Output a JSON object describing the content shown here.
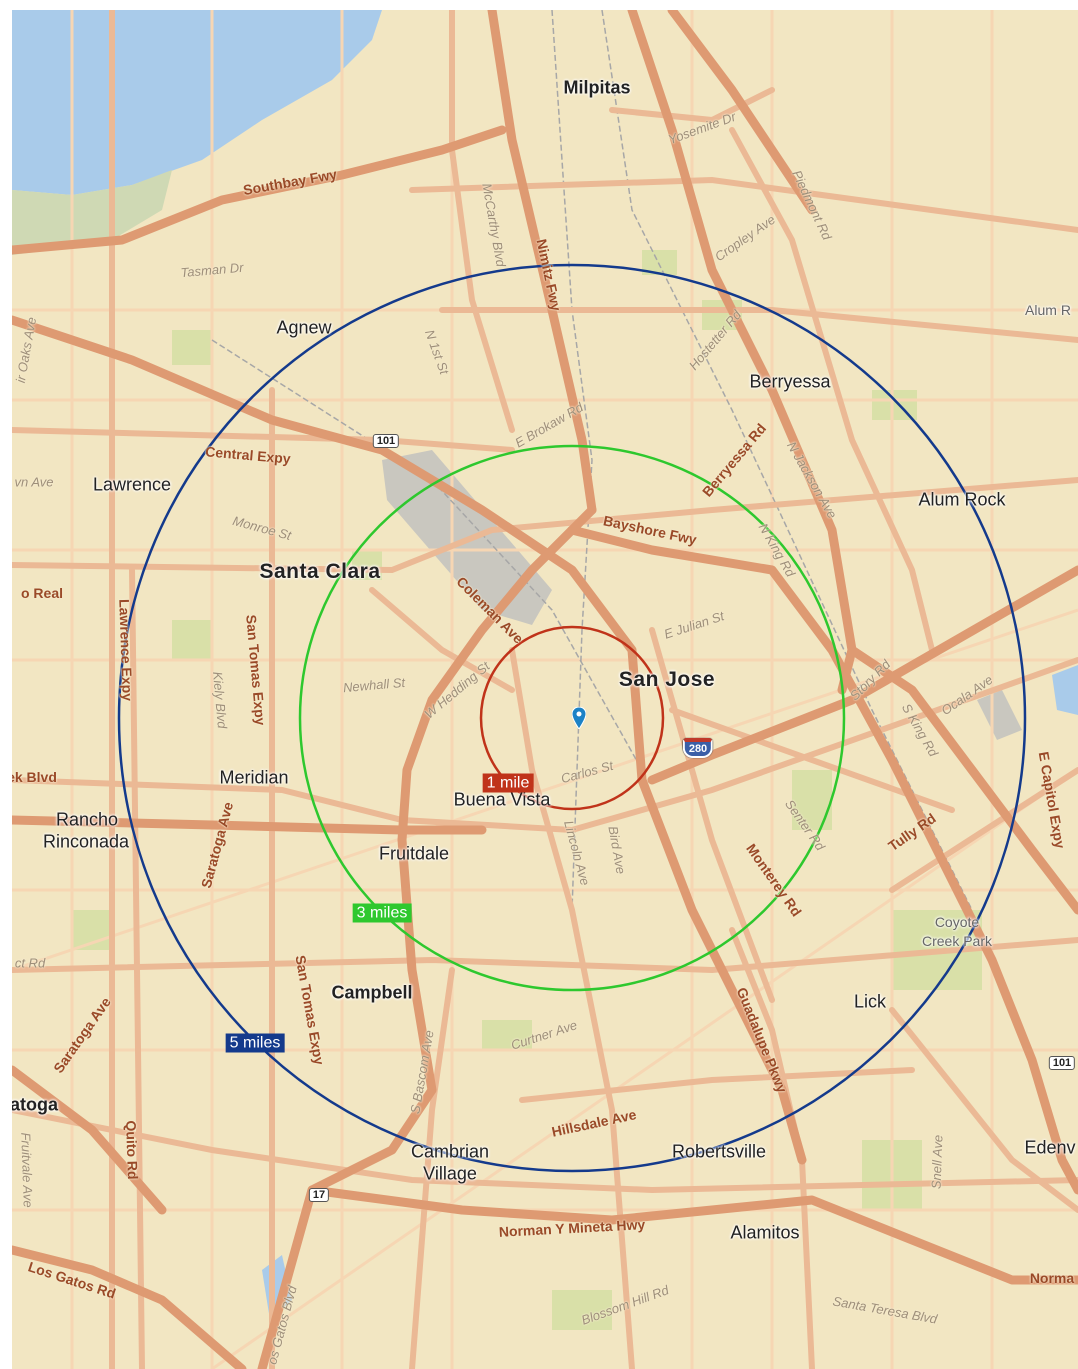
{
  "map": {
    "colors": {
      "land": "#f2e6c2",
      "water": "#a9cbea",
      "park": "#d9e0a8",
      "freeway": "#de9a72",
      "arterial": "#ebb995",
      "minor": "#f6d6b3",
      "rail": "#a7a7a7",
      "airport": "#c9c7bf",
      "ring_1": "#c0331a",
      "ring_3": "#2ec82e",
      "ring_5": "#143a8c",
      "pin": "#1c82c6"
    },
    "rings": [
      {
        "label": "1 mile",
        "color": "#c0331a"
      },
      {
        "label": "3 miles",
        "color": "#2ec82e"
      },
      {
        "label": "5 miles",
        "color": "#143a8c"
      }
    ],
    "places": {
      "milpitas": "Milpitas",
      "agnew": "Agnew",
      "berryessa": "Berryessa",
      "lawrence": "Lawrence",
      "alum_rock": "Alum Rock",
      "alum_r": "Alum R",
      "santa_clara": "Santa Clara",
      "san_jose": "San Jose",
      "meridian": "Meridian",
      "buena_vista": "Buena Vista",
      "rancho": "Rancho",
      "rinconada": "Rinconada",
      "fruitdale": "Fruitdale",
      "campbell": "Campbell",
      "coyote": "Coyote",
      "creek_park": "Creek Park",
      "lick": "Lick",
      "atoga": "atoga",
      "cambrian": "Cambrian",
      "village": "Village",
      "robertsville": "Robertsville",
      "edenv": "Edenv",
      "alamitos": "Alamitos"
    },
    "roads": {
      "southbay": "Southbay Fwy",
      "tasman": "Tasman Dr",
      "nimitz": "Nimitz Fwy",
      "mccarthy": "McCarthy Blvd",
      "yosemite": "Yosemite Dr",
      "piedmont": "Piedmont Rd",
      "cropley": "Cropley Ave",
      "hostetter": "Hostetter Rd",
      "n1st": "N 1st St",
      "brokaw": "E Brokaw Rd",
      "central": "Central Expy",
      "berryessa_rd": "Berryessa Rd",
      "njackson": "N Jackson Ave",
      "nking": "N King Rd",
      "monroe": "Monroe St",
      "bayshore": "Bayshore Fwy",
      "coleman": "Coleman Ave",
      "camino": "o Real",
      "lawrence_expy": "Lawrence Expy",
      "santomas": "San Tomas Expy",
      "kiely": "Kiely Blvd",
      "ejulian": "E Julian St",
      "newhall": "Newhall St",
      "whedding": "W Hedding St",
      "story": "Story Rd",
      "sking": "S King Rd",
      "ocala": "Ocala Ave",
      "ecapitol": "E Capitol Expy",
      "ek_blvd": "ek Blvd",
      "carlos": "Carlos St",
      "saratoga_ave": "Saratoga Ave",
      "lincoln": "Lincoln Ave",
      "bird": "Bird Ave",
      "monterey": "Monterey Rd",
      "senter": "Senter Rd",
      "tully": "Tully Rd",
      "ct_rd": "ct Rd",
      "guadalupe": "Guadalupe Pkwy",
      "saratoga_ave2": "Saratoga Ave",
      "curtner": "Curtner Ave",
      "sbascom": "S Bascom Ave",
      "quito": "Quito Rd",
      "fruitvale": "Fruitvale Ave",
      "hillsdale": "Hillsdale Ave",
      "snell": "Snell Ave",
      "norman": "Norman Y Mineta Hwy",
      "normar": "Norma",
      "losgatos": "Los Gatos Rd",
      "losgatosblvd": "os Gatos Blvd",
      "blossom": "Blossom Hill Rd",
      "santateresa": "Santa Teresa Blvd",
      "oaks": "ir Oaks Ave",
      "vn_ave": "vn Ave"
    },
    "shields": {
      "us101_north": "101",
      "i280": "280",
      "us101_east": "101",
      "sr17": "17"
    }
  }
}
